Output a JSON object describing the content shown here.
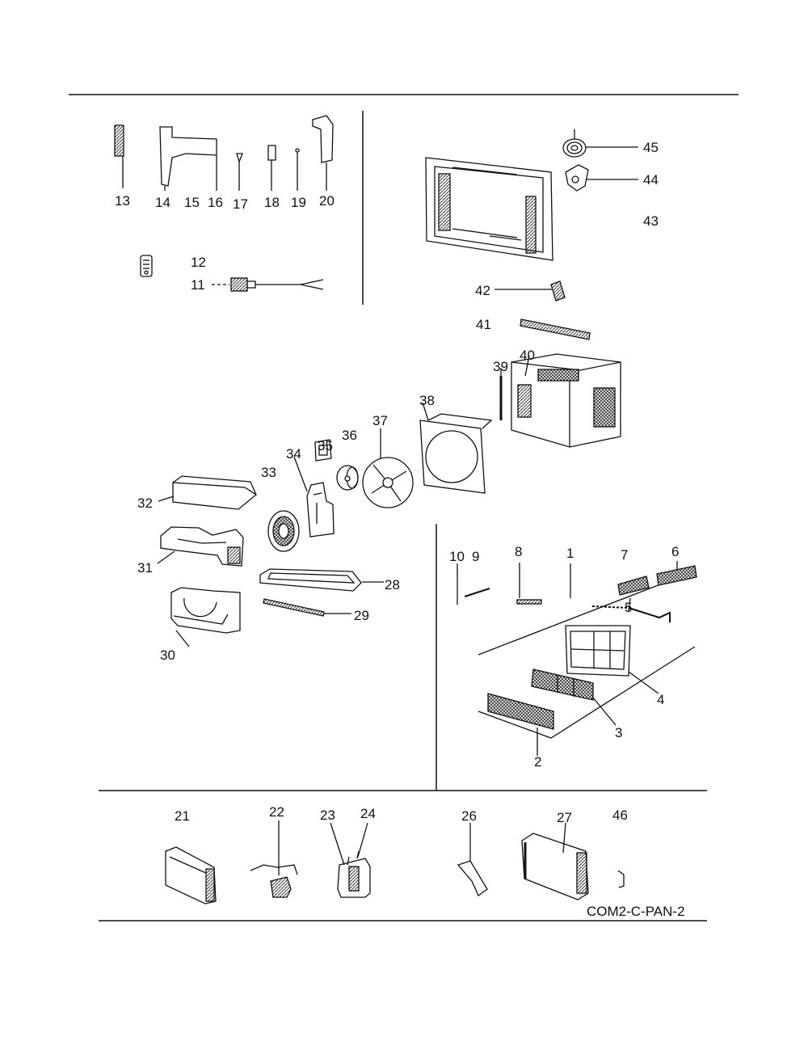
{
  "diagram_code": "COM2-C-PAN-2",
  "callouts": {
    "c1": "1",
    "c2": "2",
    "c3": "3",
    "c4": "4",
    "c5": "5",
    "c6": "6",
    "c7": "7",
    "c8": "8",
    "c9": "9",
    "c10": "10",
    "c11": "11",
    "c12": "12",
    "c13": "13",
    "c14": "14",
    "c15": "15",
    "c16": "16",
    "c17": "17",
    "c18": "18",
    "c19": "19",
    "c20": "20",
    "c21": "21",
    "c22": "22",
    "c23": "23",
    "c24": "24",
    "c26": "26",
    "c27": "27",
    "c28": "28",
    "c29": "29",
    "c30": "30",
    "c31": "31",
    "c32": "32",
    "c33": "33",
    "c34": "34",
    "c35": "35",
    "c36": "36",
    "c37": "37",
    "c38": "38",
    "c39": "39",
    "c40": "40",
    "c41": "41",
    "c42": "42",
    "c43": "43",
    "c44": "44",
    "c45": "45",
    "c46": "46"
  },
  "colors": {
    "line": "#111111",
    "paper": "#ffffff",
    "hatch": "#333333"
  }
}
